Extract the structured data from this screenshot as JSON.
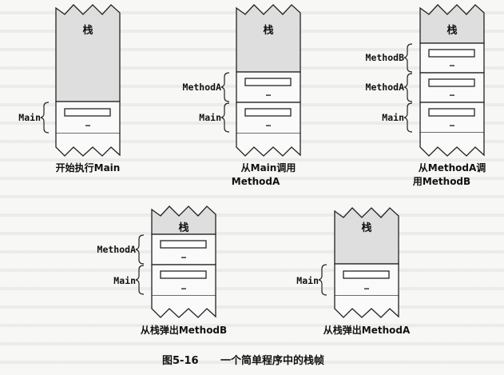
{
  "stacks": [
    {
      "title": "栈",
      "caption_lines": [
        "开始执行Main"
      ],
      "frames": [
        {
          "label": "Main",
          "dots": "…"
        }
      ]
    },
    {
      "title": "栈",
      "caption_lines": [
        "从Main调用",
        "MethodA"
      ],
      "frames": [
        {
          "label": "MethodA",
          "dots": "…"
        },
        {
          "label": "Main",
          "dots": "…"
        }
      ]
    },
    {
      "title": "栈",
      "caption_lines": [
        "从MethodA调",
        "用MethodB"
      ],
      "frames": [
        {
          "label": "MethodB",
          "dots": "…"
        },
        {
          "label": "MethodA",
          "dots": "…"
        },
        {
          "label": "Main",
          "dots": "…"
        }
      ]
    },
    {
      "title": "栈",
      "caption_lines": [
        "从栈弹出MethodB"
      ],
      "frames": [
        {
          "label": "MethodA",
          "dots": "…"
        },
        {
          "label": "Main",
          "dots": "…"
        }
      ]
    },
    {
      "title": "栈",
      "caption_lines": [
        "从栈弹出MethodA"
      ],
      "frames": [
        {
          "label": "Main",
          "dots": "…"
        }
      ]
    }
  ],
  "figure_caption": {
    "number": "图5-16",
    "title": "一个简单程序中的栈帧"
  }
}
